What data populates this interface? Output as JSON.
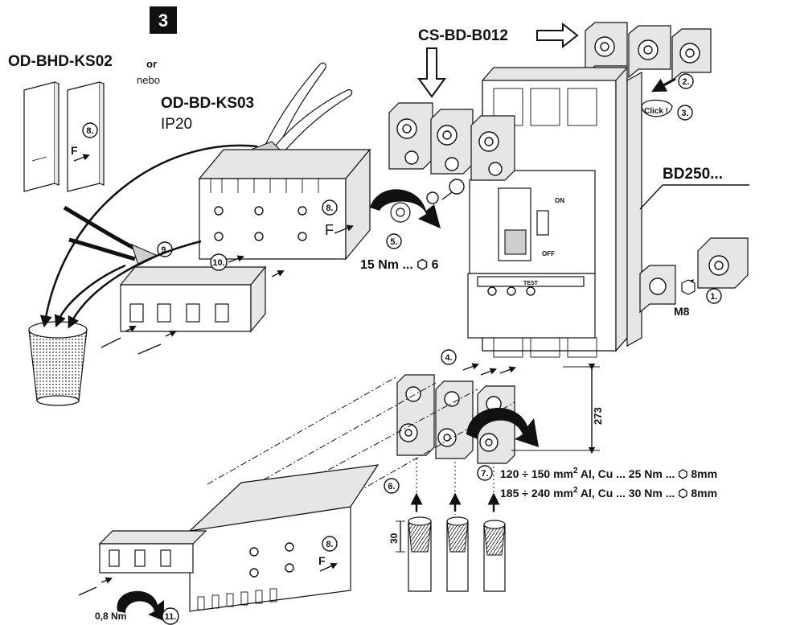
{
  "step_badge": "3",
  "labels": {
    "cover_a": "OD-BHD-KS02",
    "or_text": "or",
    "nebo_text": "nebo",
    "cover_b": "OD-BD-KS03",
    "ip_rating": "IP20",
    "terminal": "CS-BD-B012",
    "breaker": "BD250...",
    "nut": "M8",
    "torque_mid": "15 Nm ... ⬡ 6",
    "torque_small": "0,8 Nm",
    "dimension": "273",
    "strip_len": "30",
    "click": "Click !",
    "force": "F",
    "breaker_on": "ON",
    "breaker_off": "OFF",
    "breaker_test": "TEST"
  },
  "spec_lines": [
    {
      "range": "120 ÷ 150 mm",
      "rest": " Al, Cu ... 25 Nm ... ⬡ 8mm"
    },
    {
      "range": "185 ÷ 240 mm",
      "rest": " Al, Cu ... 30 Nm ... ⬡ 8mm"
    }
  ],
  "superscript": "2",
  "steps": [
    "1.",
    "2.",
    "3.",
    "4.",
    "5.",
    "6.",
    "7.",
    "8.",
    "9.",
    "10.",
    "11."
  ]
}
